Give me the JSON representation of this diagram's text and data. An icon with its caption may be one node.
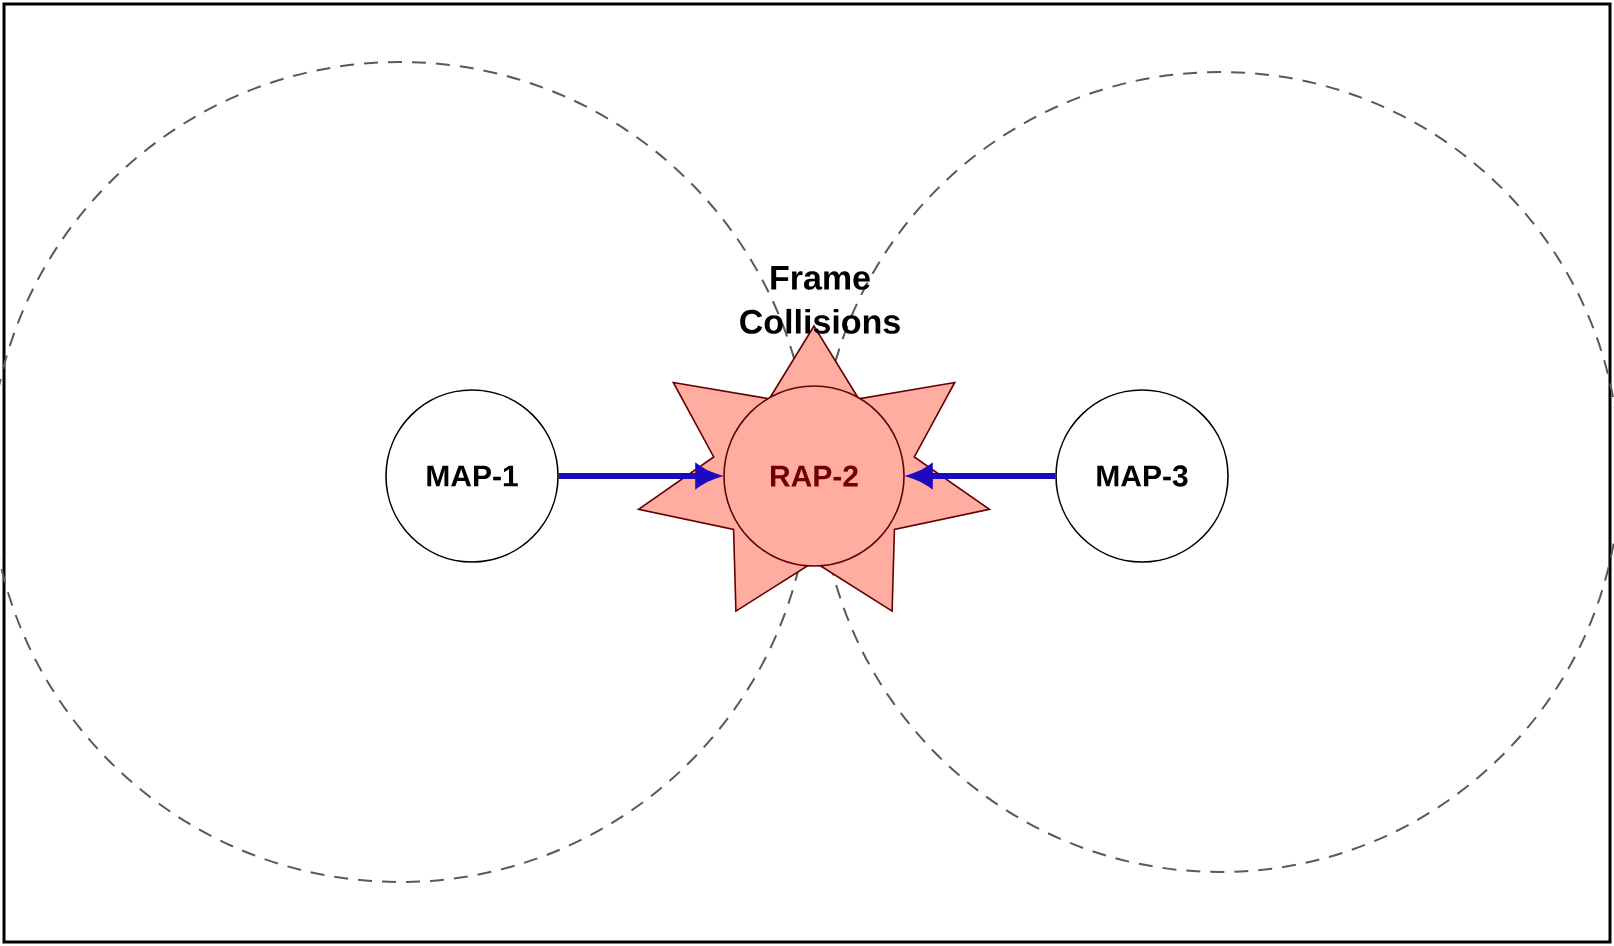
{
  "diagram": {
    "nodes": [
      {
        "text": [
          "MAP-1"
        ]
      },
      {
        "text": [
          "Frame Collisions"
        ]
      },
      {
        "text": [
          "RAP-2"
        ],
        "in": 1
      },
      {
        "text": [
          "MAP-3"
        ]
      }
    ],
    "edges": [
      {
        "from": 0,
        "to": 2,
        "arrow": "to"
      },
      {
        "from": 3,
        "to": 2,
        "arrow": "to"
      }
    ]
  }
}
